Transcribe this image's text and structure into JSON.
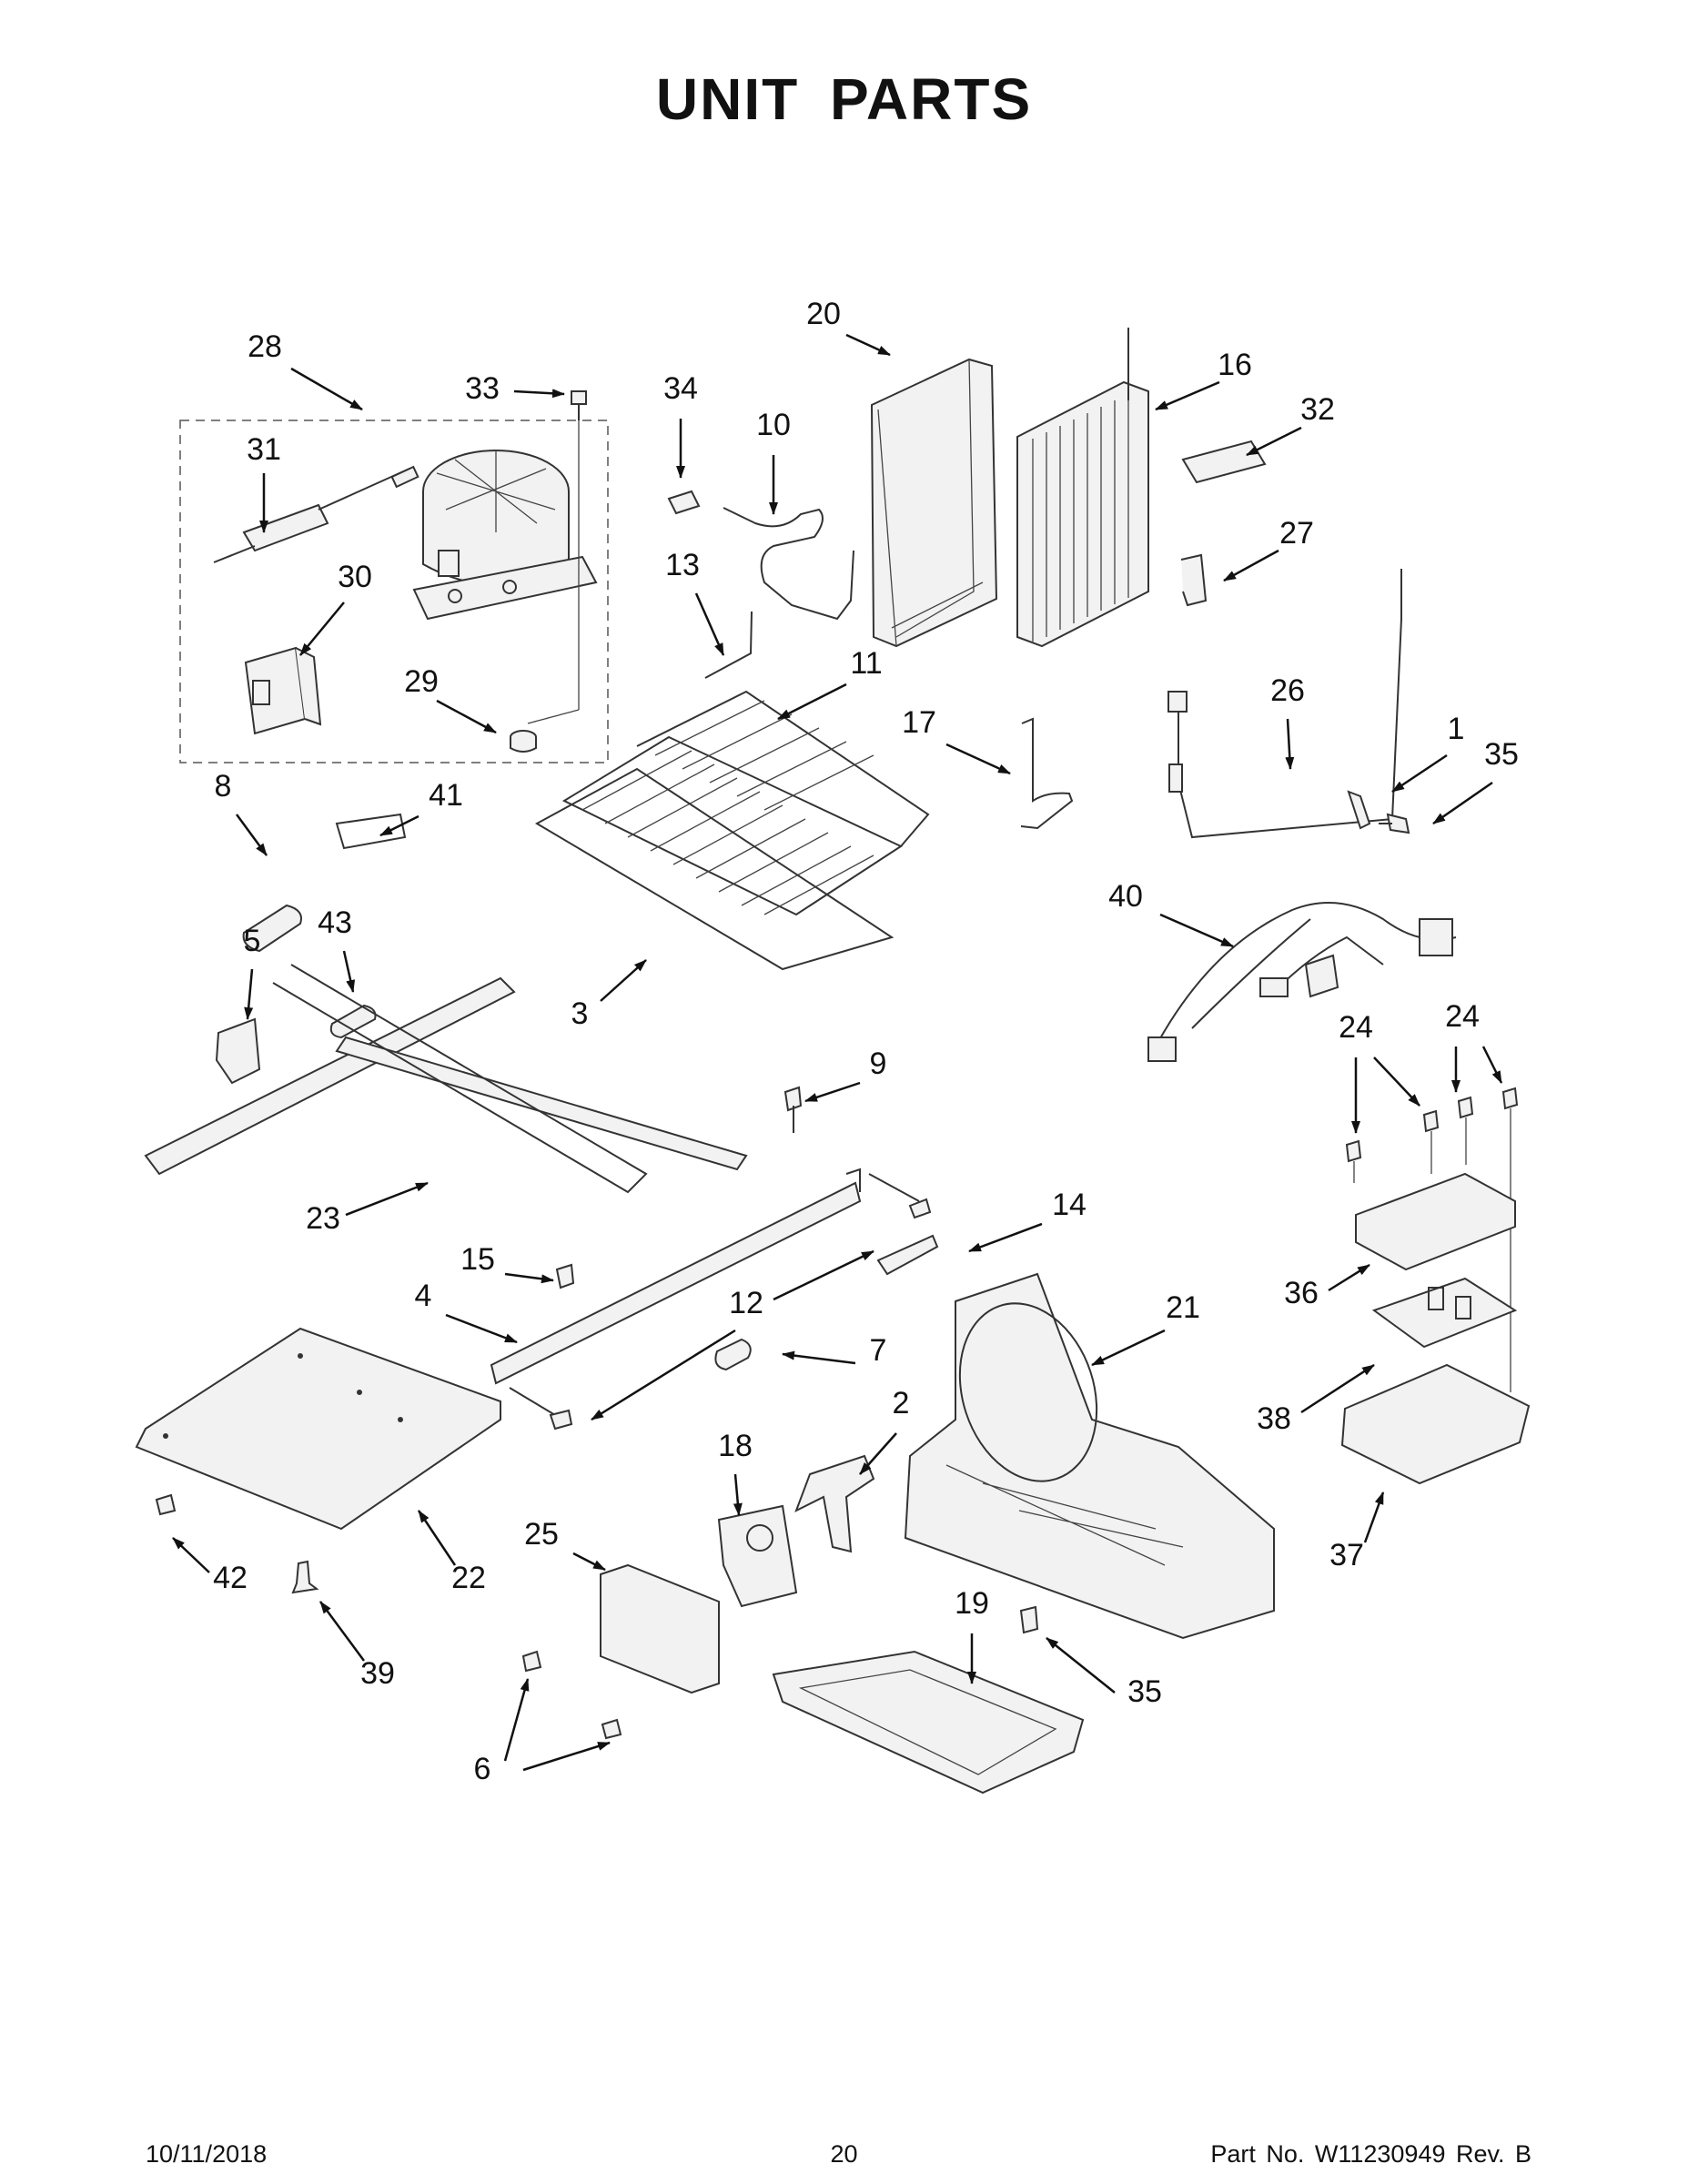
{
  "header": {
    "title": "UNIT PARTS"
  },
  "footer": {
    "date": "10/11/2018",
    "page_number": "20",
    "part_info": "Part No.  W11230949  Rev.  B"
  },
  "callouts": [
    {
      "id": "28",
      "label": "28"
    },
    {
      "id": "33",
      "label": "33"
    },
    {
      "id": "34",
      "label": "34"
    },
    {
      "id": "20",
      "label": "20"
    },
    {
      "id": "16",
      "label": "16"
    },
    {
      "id": "10",
      "label": "10"
    },
    {
      "id": "32",
      "label": "32"
    },
    {
      "id": "31",
      "label": "31"
    },
    {
      "id": "30",
      "label": "30"
    },
    {
      "id": "13",
      "label": "13"
    },
    {
      "id": "27",
      "label": "27"
    },
    {
      "id": "29",
      "label": "29"
    },
    {
      "id": "11",
      "label": "11"
    },
    {
      "id": "26",
      "label": "26"
    },
    {
      "id": "17",
      "label": "17"
    },
    {
      "id": "1",
      "label": "1"
    },
    {
      "id": "35a",
      "label": "35"
    },
    {
      "id": "8",
      "label": "8"
    },
    {
      "id": "41",
      "label": "41"
    },
    {
      "id": "40",
      "label": "40"
    },
    {
      "id": "43",
      "label": "43"
    },
    {
      "id": "5",
      "label": "5"
    },
    {
      "id": "3",
      "label": "3"
    },
    {
      "id": "24a",
      "label": "24"
    },
    {
      "id": "24b",
      "label": "24"
    },
    {
      "id": "9",
      "label": "9"
    },
    {
      "id": "23",
      "label": "23"
    },
    {
      "id": "14",
      "label": "14"
    },
    {
      "id": "15",
      "label": "15"
    },
    {
      "id": "36",
      "label": "36"
    },
    {
      "id": "4",
      "label": "4"
    },
    {
      "id": "12",
      "label": "12"
    },
    {
      "id": "21",
      "label": "21"
    },
    {
      "id": "7",
      "label": "7"
    },
    {
      "id": "2",
      "label": "2"
    },
    {
      "id": "38",
      "label": "38"
    },
    {
      "id": "18",
      "label": "18"
    },
    {
      "id": "42",
      "label": "42"
    },
    {
      "id": "22",
      "label": "22"
    },
    {
      "id": "25",
      "label": "25"
    },
    {
      "id": "37",
      "label": "37"
    },
    {
      "id": "19",
      "label": "19"
    },
    {
      "id": "39",
      "label": "39"
    },
    {
      "id": "35b",
      "label": "35"
    },
    {
      "id": "6",
      "label": "6"
    }
  ]
}
